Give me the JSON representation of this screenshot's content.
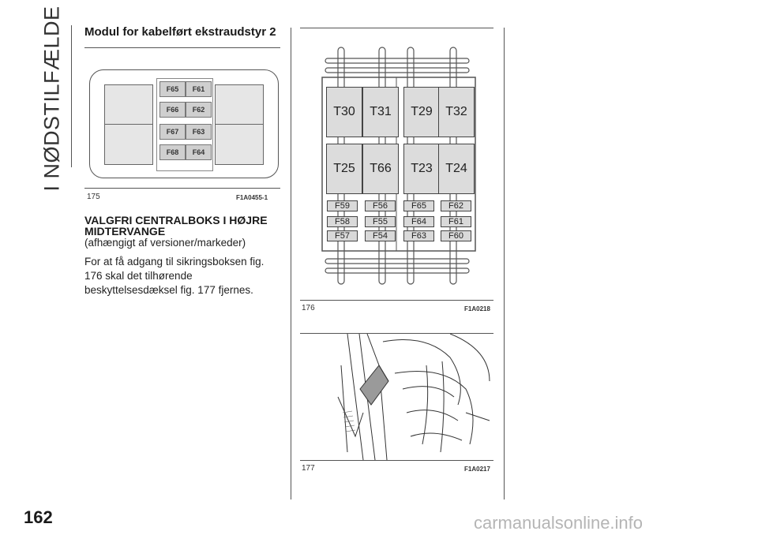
{
  "section_title": "I NØDSTILFÆLDE",
  "page_number": "162",
  "module_heading": "Modul for kabelført ekstraudstyr 2",
  "fig175": {
    "number": "175",
    "code": "F1A0455-1",
    "fuses": [
      [
        "F65",
        "F61"
      ],
      [
        "F66",
        "F62"
      ],
      [
        "F67",
        "F63"
      ],
      [
        "F68",
        "F64"
      ]
    ]
  },
  "centralbox_heading": "VALGFRI CENTRALBOKS I HØJRE MIDTERVANGE",
  "centralbox_note": "(afhængigt af versioner/markeder)",
  "body_lines": [
    "For at få adgang til sikringsboksen fig.",
    "176 skal det tilhørende",
    "beskyttelsesdæksel fig. 177 fjernes."
  ],
  "fig176": {
    "number": "176",
    "code": "F1A0218",
    "relays_top": [
      "T30",
      "T31",
      "T29",
      "T32"
    ],
    "relays_bottom": [
      "T25",
      "T66",
      "T23",
      "T24"
    ],
    "fuse_rows": [
      [
        "F59",
        "F56",
        "F65",
        "F62"
      ],
      [
        "F58",
        "F55",
        "F64",
        "F61"
      ],
      [
        "F57",
        "F54",
        "F63",
        "F60"
      ]
    ]
  },
  "fig177": {
    "number": "177",
    "code": "F1A0217"
  },
  "watermark": "carmanualsonline.info"
}
